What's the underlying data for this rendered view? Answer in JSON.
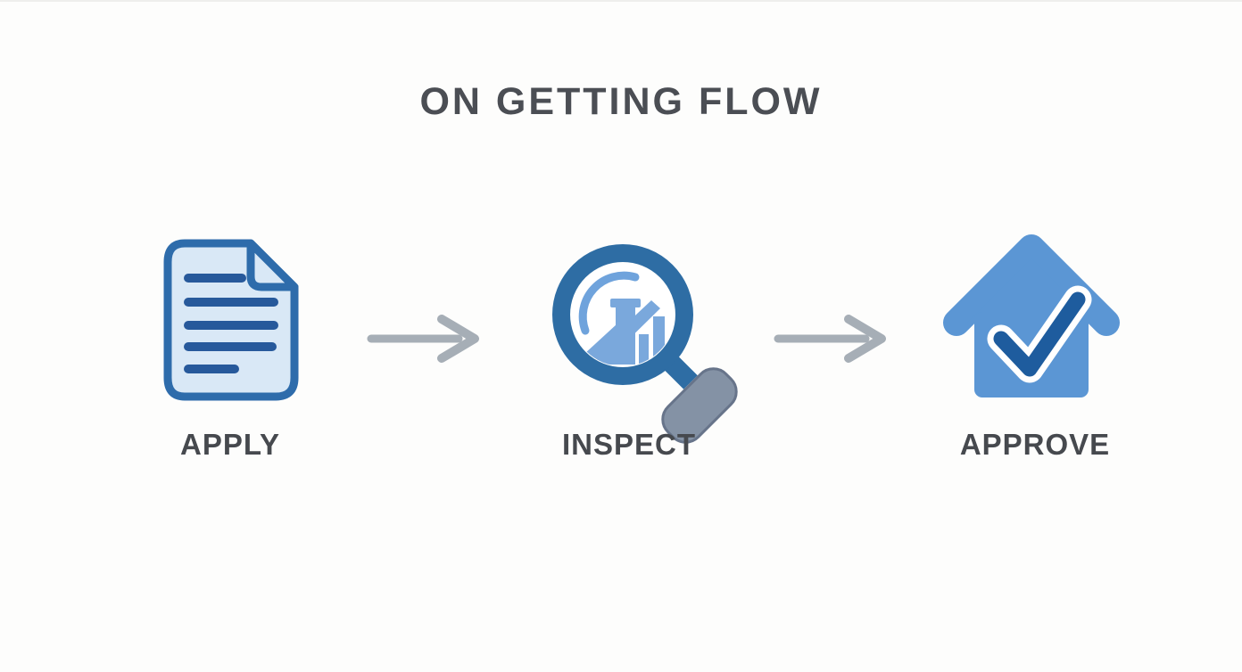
{
  "title": "ON GETTING FLOW",
  "steps": [
    {
      "label": "APPLY",
      "icon": "document-icon"
    },
    {
      "label": "INSPECT",
      "icon": "magnifier-chart-icon"
    },
    {
      "label": "APPROVE",
      "icon": "house-check-icon"
    }
  ],
  "connectors": [
    {
      "icon": "arrow-right-icon"
    },
    {
      "icon": "arrow-right-icon"
    }
  ],
  "colors": {
    "background": "#fdfdfc",
    "title_text": "#4b4e54",
    "label_text": "#46494e",
    "arrow_gray": "#a6aeb6",
    "doc_outline_blue": "#2e6cab",
    "doc_fill_light_blue": "#d9e8f6",
    "doc_line_blue": "#27599b",
    "lens_ring_blue": "#2e6da4",
    "lens_highlight_blue": "#6fa3dc",
    "lens_bar_blue": "#7aa8dc",
    "handle_gray": "#8492a5",
    "handle_edge_gray": "#67748a",
    "house_blue": "#5b96d4",
    "check_navy": "#1e5c9e",
    "check_outline_white": "#ffffff"
  }
}
